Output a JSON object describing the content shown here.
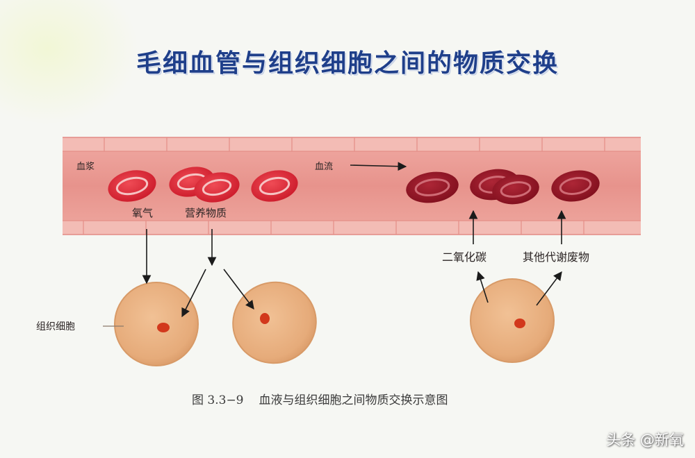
{
  "title": "毛细血管与组织细胞之间的物质交换",
  "labels": {
    "plasma": "血浆",
    "blood_flow": "血流",
    "oxygen": "氧气",
    "nutrients": "营养物质",
    "carbon_dioxide": "二氧化碳",
    "other_waste": "其他代谢废物",
    "tissue_cell": "组织细胞"
  },
  "caption": {
    "number": "图 3.3−9",
    "text": "血液与组织细胞之间物质交换示意图"
  },
  "watermark": "头条 @新氧",
  "colors": {
    "title": "#1f3f8a",
    "vessel": "#ea9b95",
    "vessel_wall": "#f2b5ae",
    "rbc_arterial": "#d8202e",
    "rbc_venous": "#8e1422",
    "tissue_cell": "#e8b07f",
    "nucleus": "#d2381c"
  }
}
